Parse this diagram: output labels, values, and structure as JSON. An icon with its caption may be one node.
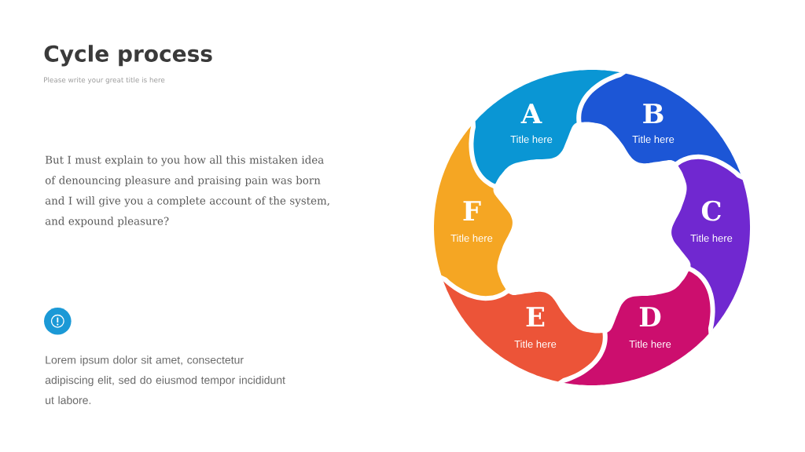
{
  "diagram": {
    "title": "Cycle process",
    "nodes": [
      {
        "text": [
          "A",
          "Title here"
        ]
      },
      {
        "text": [
          "B",
          "Title here"
        ]
      },
      {
        "text": [
          "C",
          "Title here"
        ]
      },
      {
        "text": [
          "D",
          "Title here"
        ]
      },
      {
        "text": [
          "E",
          "Title here"
        ]
      },
      {
        "text": [
          "F",
          "Title here"
        ]
      }
    ],
    "labels": [
      "Please write your great title is here",
      "But I must explain to you how all this mistaken idea of denouncing pleasure and praising pain was born and I will give you a complete account of the system, and expound pleasure?",
      "Lorem ipsum dolor sit amet, consectetur adipiscing elit, sed do eiusmod tempor incididunt ut labore."
    ]
  }
}
